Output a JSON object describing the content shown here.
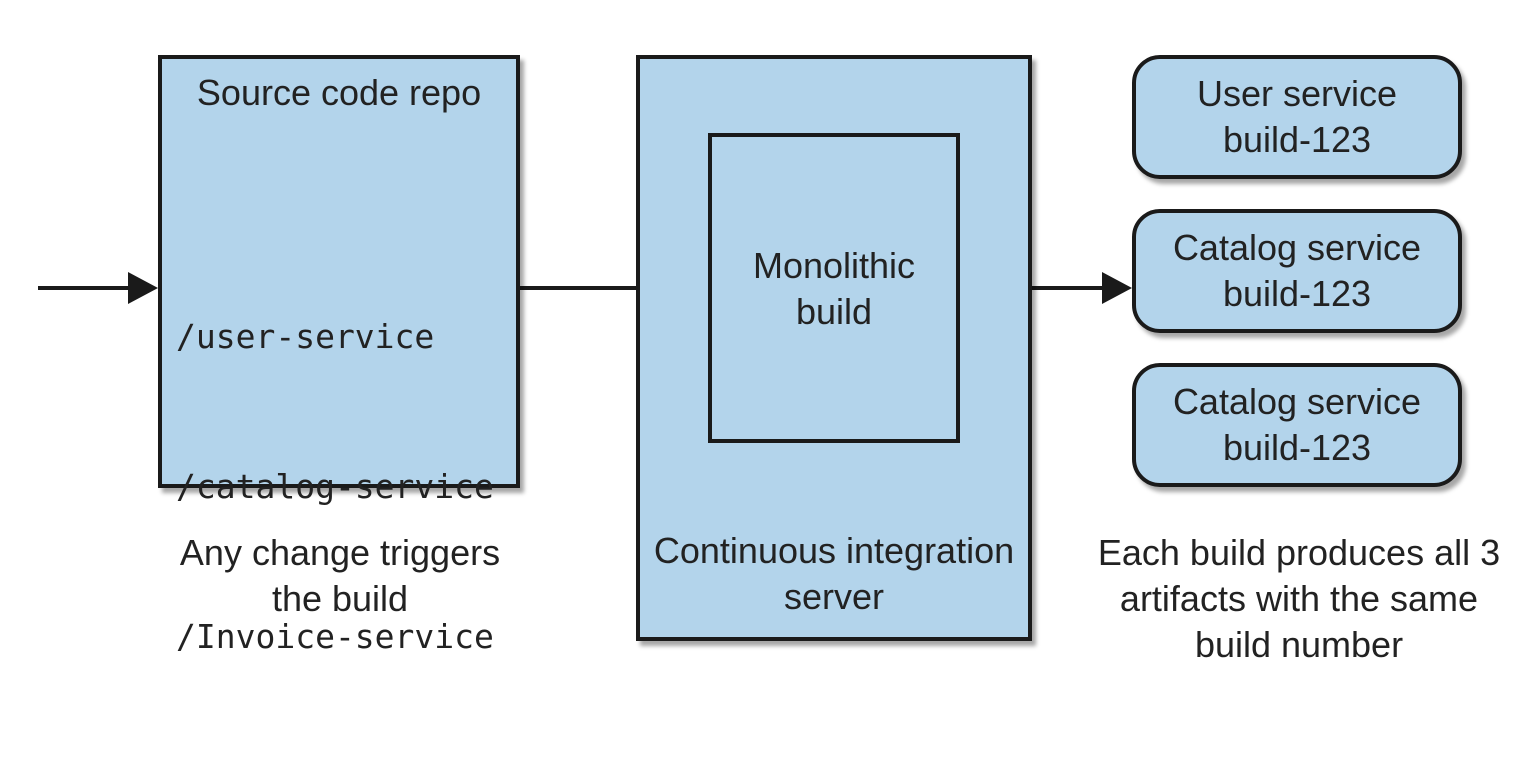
{
  "source_repo": {
    "title": "Source code repo",
    "paths": [
      "/user-service",
      "/catalog-service",
      "/Invoice-service"
    ],
    "caption": [
      "Any change triggers",
      "the build"
    ]
  },
  "ci_server": {
    "inner_label": [
      "Monolithic",
      "build"
    ],
    "label": [
      "Continuous integration",
      "server"
    ]
  },
  "artifacts": [
    {
      "name": "User service",
      "build": "build-123"
    },
    {
      "name": "Catalog service",
      "build": "build-123"
    },
    {
      "name": "Catalog service",
      "build": "build-123"
    }
  ],
  "artifacts_caption": [
    "Each build produces all 3",
    "artifacts with the same",
    "build number"
  ],
  "colors": {
    "box_fill": "#b3d4eb",
    "stroke": "#1a1a1a"
  }
}
